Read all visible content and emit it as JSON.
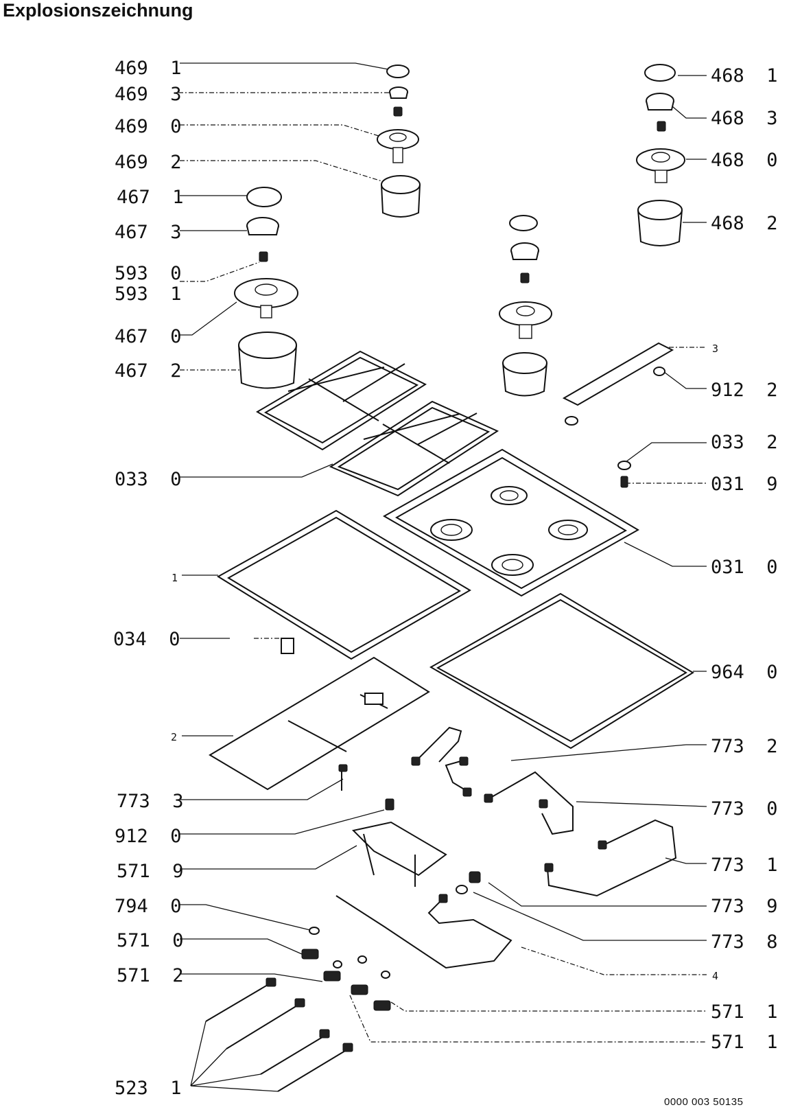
{
  "title": "Explosionszeichnung",
  "document_number": "0000  003  50135",
  "labels": {
    "l_469_1": "469  1",
    "l_469_3": "469  3",
    "l_469_0": "469  0",
    "l_469_2": "469  2",
    "l_467_1": "467  1",
    "l_467_3": "467  3",
    "l_593_0": "593  0",
    "l_593_1": "593  1",
    "l_467_0": "467  0",
    "l_467_2": "467  2",
    "l_033_0": "033  0",
    "l_1": "1",
    "l_034_0": "034  0",
    "l_2": "2",
    "l_773_3": "773  3",
    "l_912_0": "912  0",
    "l_571_9": "571  9",
    "l_794_0": "794  0",
    "l_571_0": "571  0",
    "l_571_2": "571  2",
    "l_523_1": "523  1",
    "l_468_1": "468  1",
    "l_468_3": "468  3",
    "l_468_0": "468  0",
    "l_468_2": "468  2",
    "l_3": "3",
    "l_912_2": "912  2",
    "l_033_2": "033  2",
    "l_031_9": "031  9",
    "l_031_0": "031  0",
    "l_964_0": "964  0",
    "l_773_2": "773  2",
    "l_773_0": "773  0",
    "l_773_1": "773  1",
    "l_773_9": "773  9",
    "l_773_8": "773  8",
    "l_4": "4",
    "l_571_1a": "571  1",
    "l_571_1b": "571  1"
  }
}
